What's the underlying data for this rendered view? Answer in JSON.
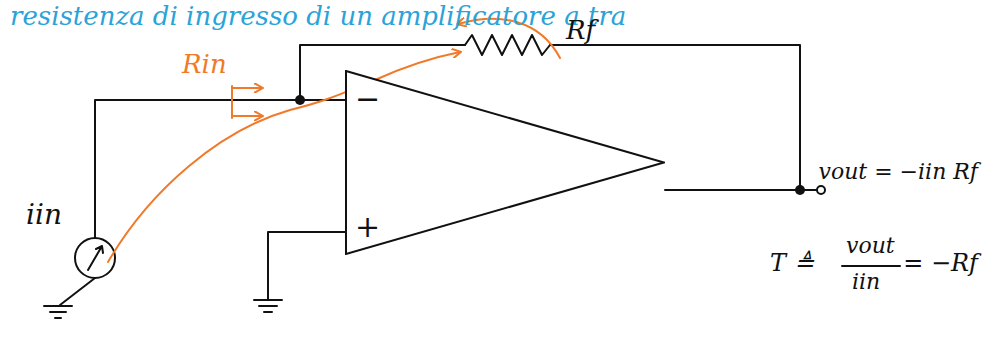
{
  "diagram": {
    "nodes": [
      {
        "text": [
          "−",
          "+"
        ]
      }
    ],
    "labels": [
      "resistenza di ingresso di un amplificatore a tra",
      "Rf",
      "Rin",
      "iin",
      "vout = −iin Rf",
      "T ≜",
      "vout",
      "iin",
      "= −Rf"
    ]
  }
}
